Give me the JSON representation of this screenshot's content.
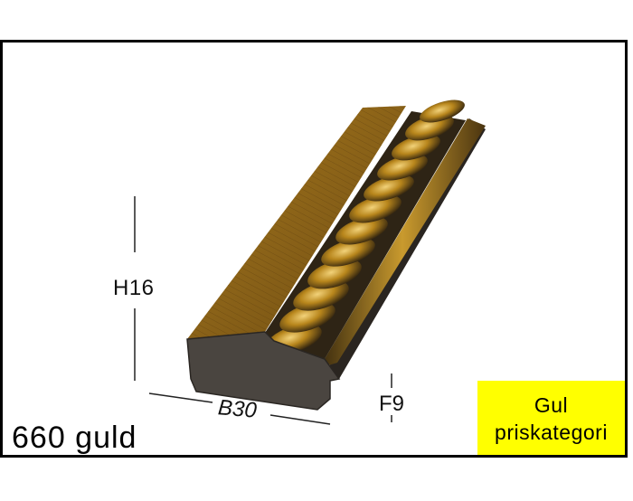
{
  "product": {
    "name": "660 guld",
    "dimensions": {
      "height": "H16",
      "width": "B30",
      "rebate": "F9"
    },
    "price_category": {
      "line1": "Gul",
      "line2": "priskategori"
    }
  },
  "colors": {
    "border": "#000000",
    "badge": "#ffff00",
    "frame_gold": "#b8861c",
    "frame_dark": "#3a3530"
  }
}
